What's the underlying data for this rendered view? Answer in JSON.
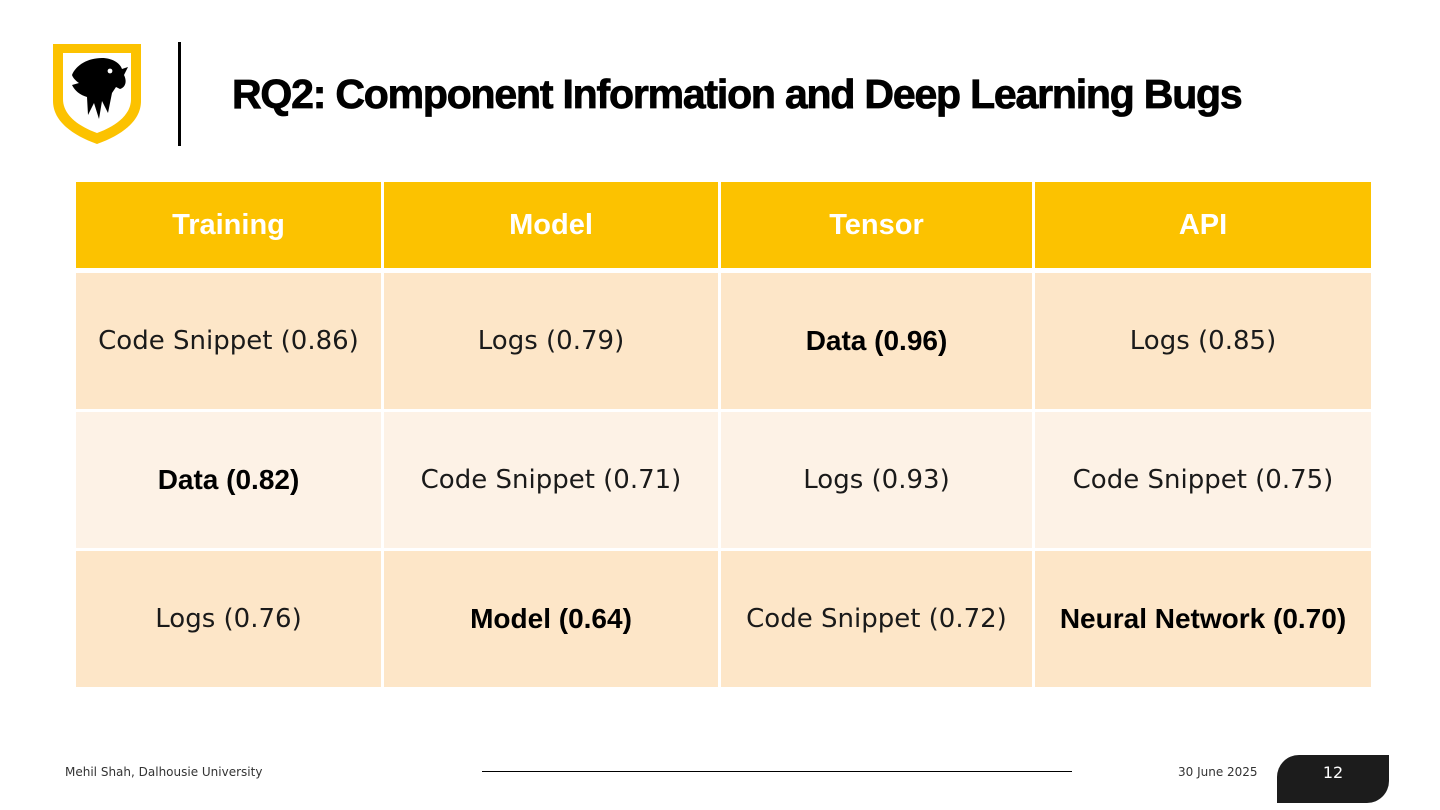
{
  "slide": {
    "title": "RQ2: Component Information and Deep Learning Bugs",
    "logo_icon": "dalhousie-crest-icon",
    "colors": {
      "accent": "#fcc200",
      "row_odd": "#fde6c8",
      "row_even": "#fdf2e6",
      "page_badge": "#1c1c1c"
    }
  },
  "table": {
    "headers": [
      "Training",
      "Model",
      "Tensor",
      "API"
    ],
    "rows": [
      [
        "Code Snippet (0.86)",
        "Logs (0.79)",
        "Data (0.96)",
        "Logs (0.85)"
      ],
      [
        "Data (0.82)",
        "Code Snippet (0.71)",
        "Logs (0.93)",
        "Code Snippet (0.75)"
      ],
      [
        "Logs (0.76)",
        "Model (0.64)",
        "Code Snippet (0.72)",
        "Neural Network (0.70)"
      ]
    ]
  },
  "footer": {
    "author": "Mehil Shah, Dalhousie University",
    "date": "30 June 2025",
    "page_number": "12"
  }
}
